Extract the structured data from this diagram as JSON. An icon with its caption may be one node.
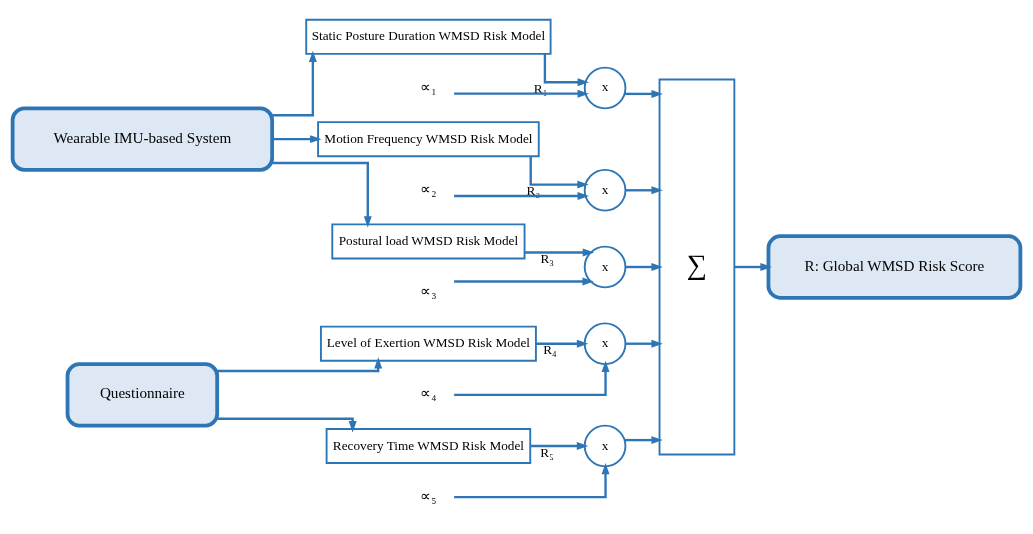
{
  "diagram": {
    "nodes": [
      {
        "text": [
          "Wearable IMU-based System"
        ]
      },
      {
        "text": [
          "Questionnaire"
        ]
      },
      {
        "text": [
          "Static Posture Duration WMSD Risk Model"
        ]
      },
      {
        "text": [
          "Motion Frequency WMSD Risk Model"
        ]
      },
      {
        "text": [
          "Postural load WMSD Risk Model"
        ]
      },
      {
        "text": [
          "Level of Exertion WMSD Risk Model"
        ]
      },
      {
        "text": [
          "Recovery Time WMSD Risk Model"
        ]
      },
      {
        "text": [
          "∝₁"
        ]
      },
      {
        "text": [
          "x"
        ]
      },
      {
        "text": [
          "∝₂"
        ]
      },
      {
        "text": [
          "x"
        ]
      },
      {
        "text": [
          "∝₃"
        ]
      },
      {
        "text": [
          "x"
        ]
      },
      {
        "text": [
          "∝₄"
        ]
      },
      {
        "text": [
          "x"
        ]
      },
      {
        "text": [
          "∝₅"
        ]
      },
      {
        "text": [
          "x"
        ]
      },
      {
        "text": [
          "∑"
        ]
      },
      {
        "text": [
          "R: Global WMSD Risk Score"
        ]
      }
    ],
    "edges": [
      {
        "from": 0,
        "to": 2,
        "arrow": "to"
      },
      {
        "from": 0,
        "to": 3,
        "arrow": "to"
      },
      {
        "from": 0,
        "to": 4,
        "arrow": "to"
      },
      {
        "from": 1,
        "to": 5,
        "arrow": "to"
      },
      {
        "from": 1,
        "to": 6,
        "arrow": "to"
      },
      {
        "from": 2,
        "to": 8,
        "arrow": "to",
        "label": "R₁"
      },
      {
        "from": 3,
        "to": 10,
        "arrow": "to",
        "label": "R₂"
      },
      {
        "from": 4,
        "to": 12,
        "arrow": "to",
        "label": "R₃"
      },
      {
        "from": 5,
        "to": 14,
        "arrow": "to",
        "label": "R₄"
      },
      {
        "from": 6,
        "to": 16,
        "arrow": "to",
        "label": "R₅"
      },
      {
        "from": 7,
        "to": 8,
        "arrow": "to"
      },
      {
        "from": 9,
        "to": 10,
        "arrow": "to"
      },
      {
        "from": 11,
        "to": 12,
        "arrow": "to"
      },
      {
        "from": 13,
        "to": 14,
        "arrow": "to"
      },
      {
        "from": 15,
        "to": 16,
        "arrow": "to"
      },
      {
        "from": 8,
        "to": 17,
        "arrow": "to"
      },
      {
        "from": 10,
        "to": 17,
        "arrow": "to"
      },
      {
        "from": 12,
        "to": 17,
        "arrow": "to"
      },
      {
        "from": 14,
        "to": 17,
        "arrow": "to"
      },
      {
        "from": 16,
        "to": 17,
        "arrow": "to"
      },
      {
        "from": 17,
        "to": 18,
        "arrow": "to"
      }
    ]
  }
}
